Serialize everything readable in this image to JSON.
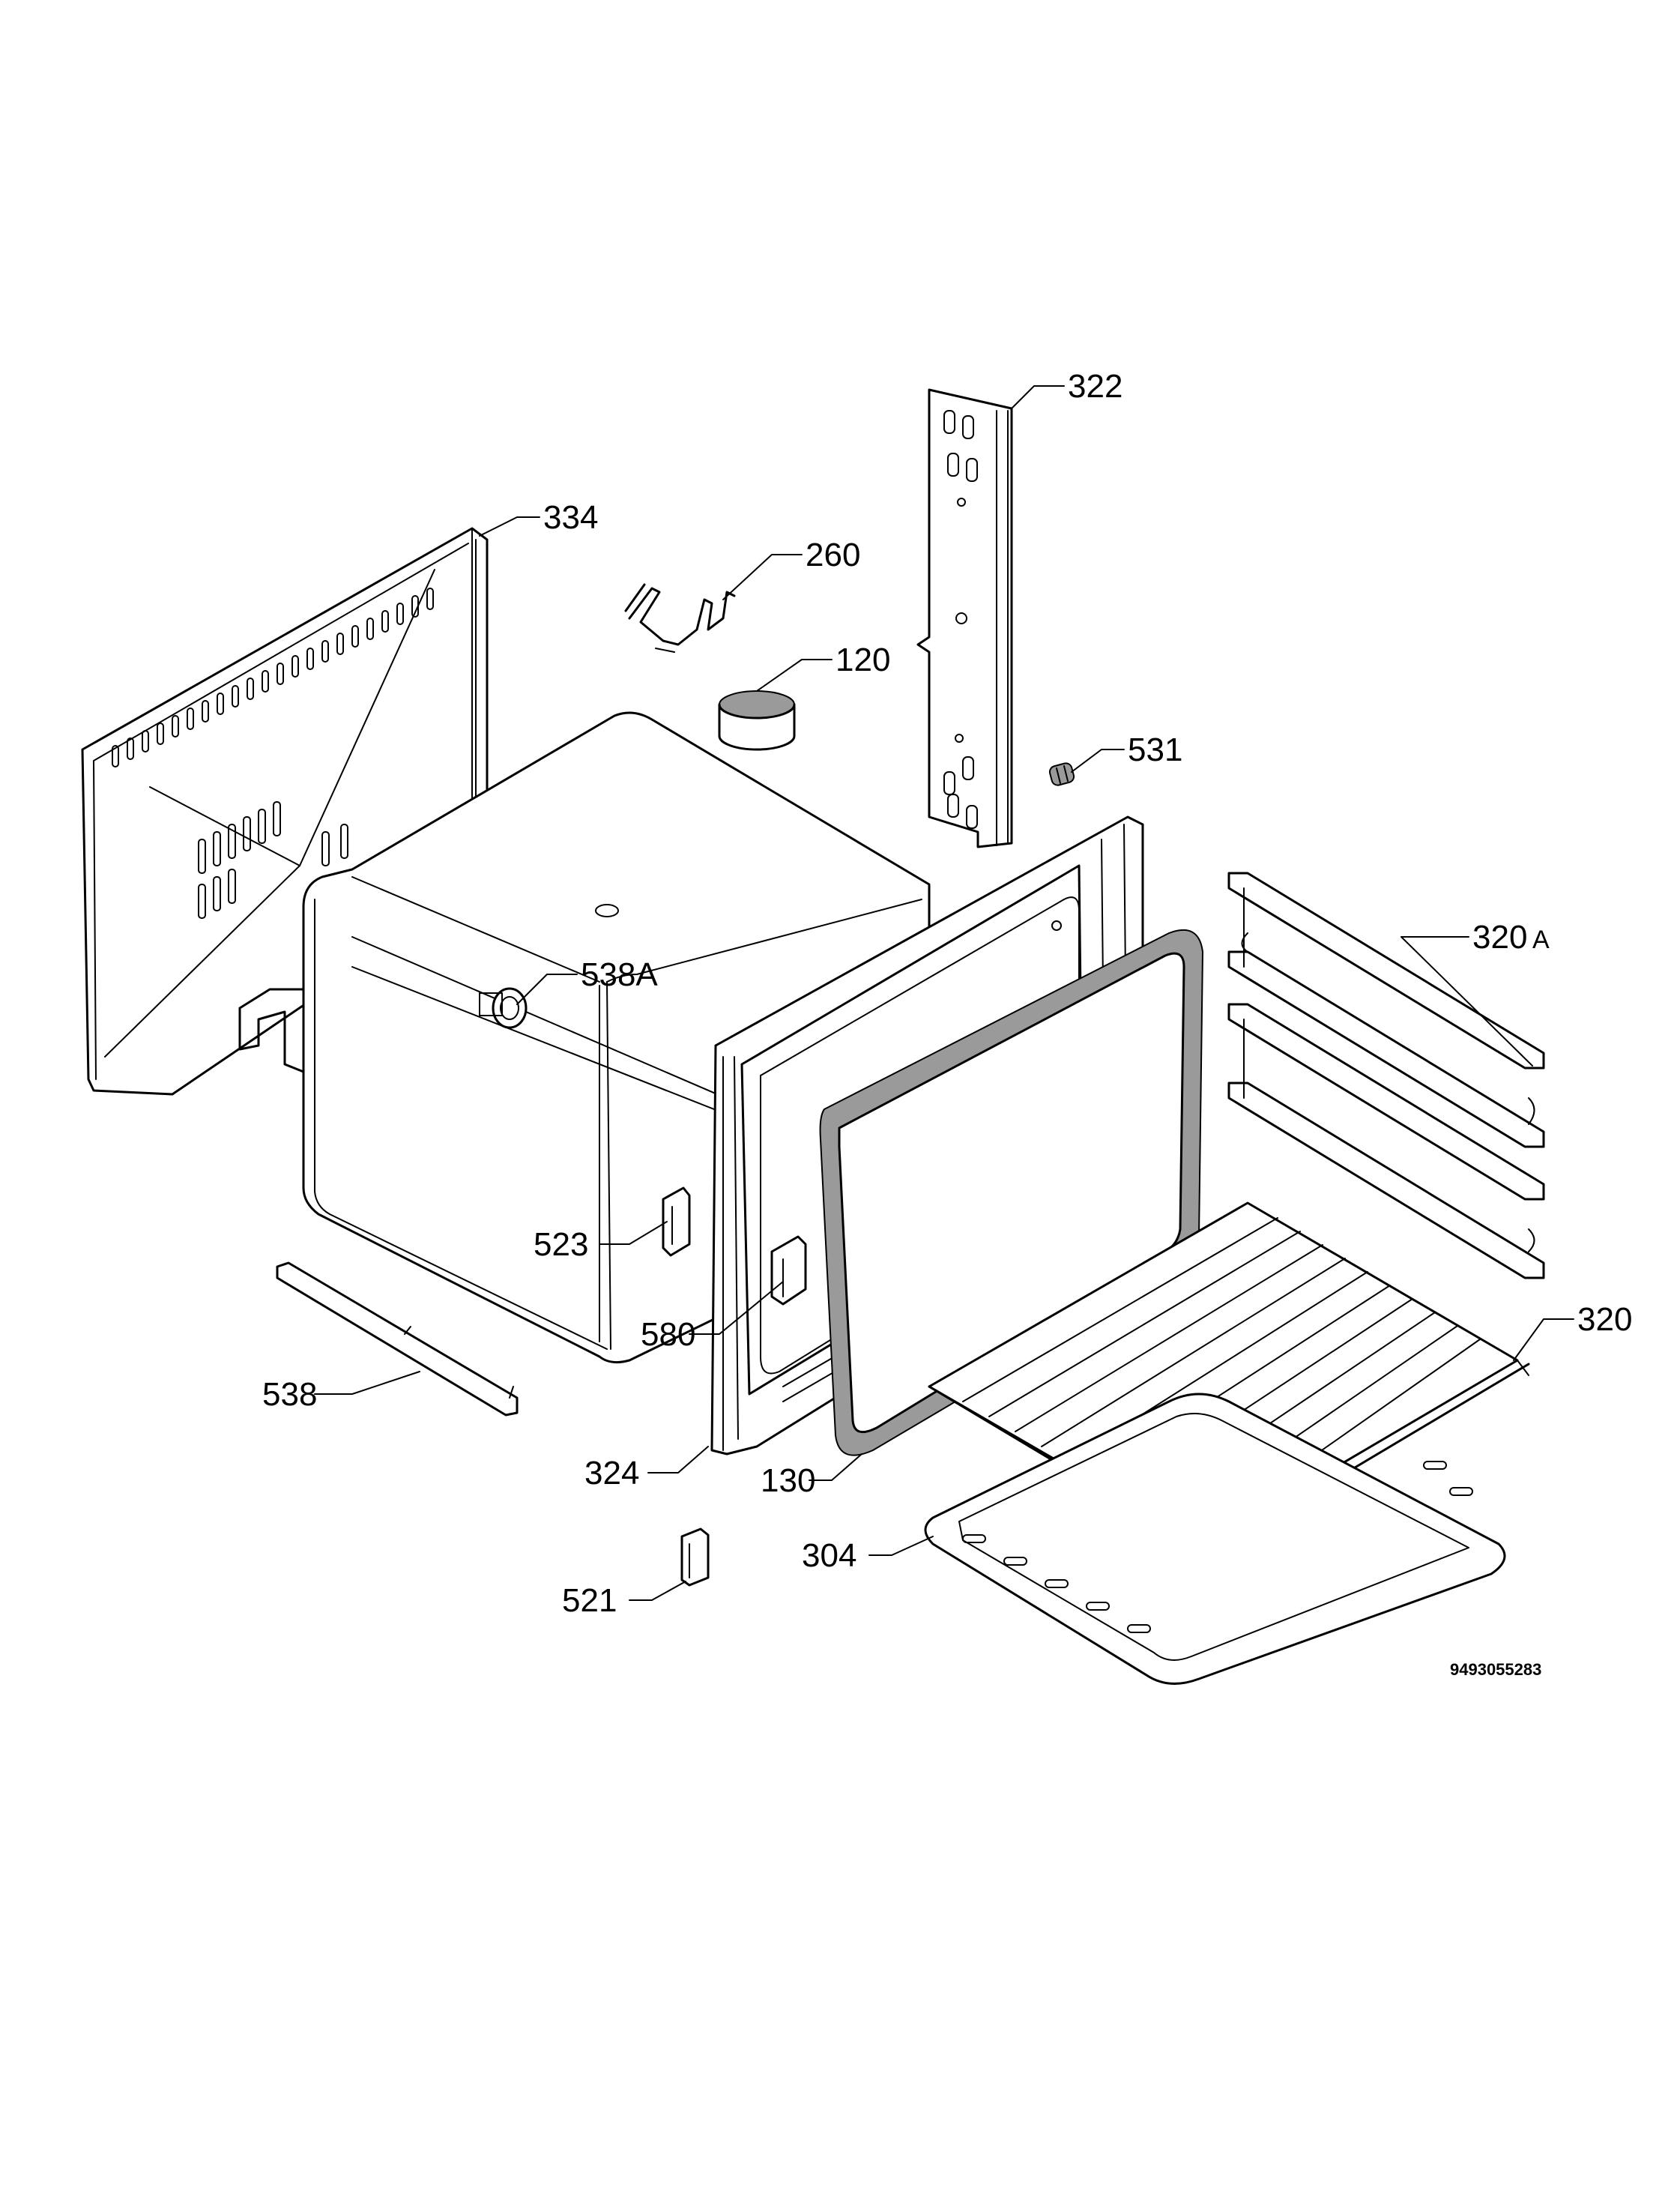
{
  "labels": {
    "p322": "322",
    "p334": "334",
    "p260": "260",
    "p120": "120",
    "p531": "531",
    "p320a": "320",
    "p320a_suffix": "A",
    "p538a": "538A",
    "p523": "523",
    "p580": "580",
    "p320": "320",
    "p538": "538",
    "p324": "324",
    "p130": "130",
    "p304": "304",
    "p521": "521"
  },
  "drawing_number": "9493055283"
}
